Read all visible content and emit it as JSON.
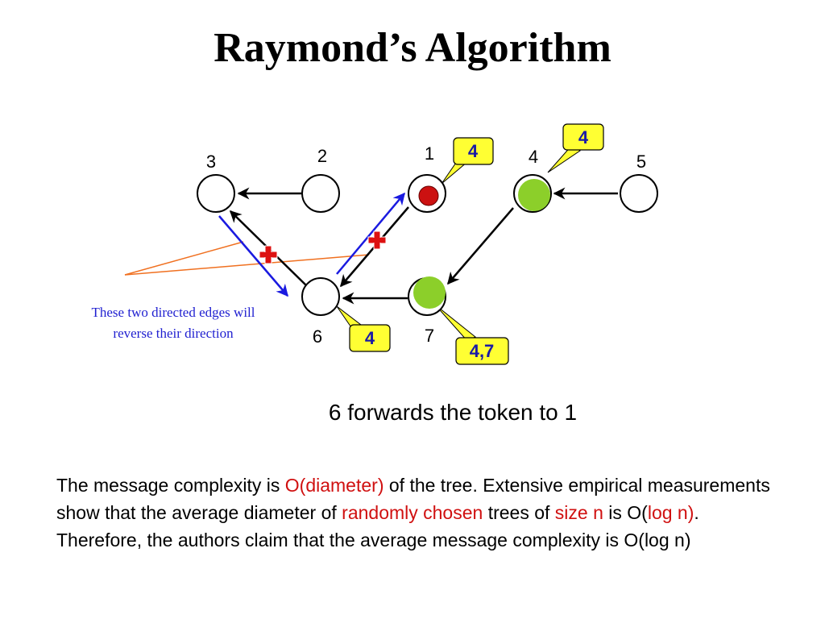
{
  "title": "Raymond’s Algorithm",
  "nodes": [
    {
      "id": "3",
      "label": "3"
    },
    {
      "id": "2",
      "label": "2"
    },
    {
      "id": "1",
      "label": "1"
    },
    {
      "id": "4",
      "label": "4"
    },
    {
      "id": "5",
      "label": "5"
    },
    {
      "id": "6",
      "label": "6"
    },
    {
      "id": "7",
      "label": "7"
    }
  ],
  "queues": {
    "node1": "4",
    "node4": "4",
    "node6": "4",
    "node7": "4,7"
  },
  "annotation": {
    "line1": "These two directed edges will",
    "line2": "reverse their direction"
  },
  "caption": "6 forwards the token to 1",
  "paragraph": {
    "p1": "The message complexity is ",
    "p2": "O(diameter)",
    "p3": " of the tree. Extensive empirical measurements show that the average diameter of ",
    "p4": "randomly chosen",
    "p5": " trees of ",
    "p6": "size n",
    "p7": " is O(",
    "p8": "log n)",
    "p9": ". Therefore, the authors claim that the average message complexity is O(log n)"
  },
  "colors": {
    "token": "#cc1111",
    "requesting_node": "#8ccf2a",
    "queue_fill": "#ffff33",
    "reversal_arrow": "#1a1ae0",
    "annotation_line": "#f07020",
    "highlight_text": "#d01010"
  }
}
